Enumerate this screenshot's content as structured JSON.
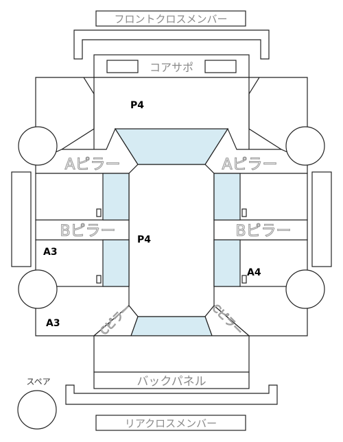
{
  "labels": {
    "front_cross_member": "フロントクロスメンバー",
    "core_support": "コアサポ",
    "a_pillar": "Aピラー",
    "b_pillar": "Bピラー",
    "back_panel": "バックパネル",
    "rear_cross_member": "リアクロスメンバー",
    "spare": "スペア",
    "c_pillar": "Cピラー"
  },
  "marks": {
    "bonnet": "P4",
    "roof": "P4",
    "left_front_door": "A3",
    "left_rear_quarter": "A3",
    "right_rear_door": "A4"
  },
  "colors": {
    "glass": "#d6ebf3",
    "line": "#222222",
    "outline_text": "#9a9a9a"
  }
}
